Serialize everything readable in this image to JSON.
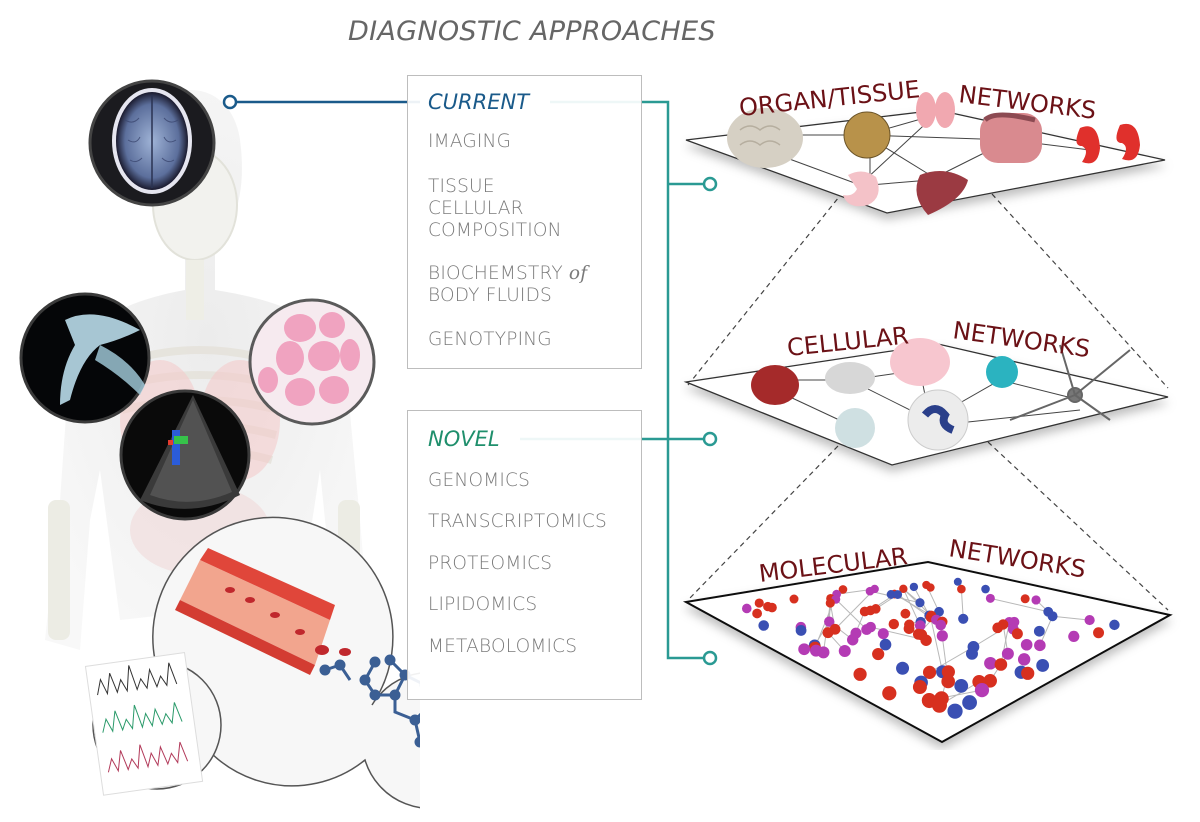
{
  "title": "DIAGNOSTIC APPROACHES",
  "colors": {
    "current": "#1a5a8a",
    "novel": "#1f8f6c",
    "connector_teal": "#2a9a93",
    "label_maroon": "#6b1116",
    "list_text": "#7a7a7a"
  },
  "current": {
    "heading": "CURRENT",
    "items": [
      {
        "lines": [
          "IMAGING"
        ]
      },
      {
        "lines": [
          "TISSUE",
          "CELLULAR",
          "COMPOSITION"
        ]
      },
      {
        "lines": [
          "BIOCHEMSTRY",
          "BODY FLUIDS"
        ],
        "italic_word": "of"
      },
      {
        "lines": [
          "GENOTYPING"
        ]
      }
    ]
  },
  "novel": {
    "heading": "NOVEL",
    "items": [
      "GENOMICS",
      "TRANSCRIPTOMICS",
      "PROTEOMICS",
      "LIPIDOMICS",
      "METABOLOMICS"
    ]
  },
  "networks": [
    {
      "left": "ORGAN/TISSUE",
      "right": "NETWORKS",
      "level": "organ",
      "nodes": [
        "brain",
        "adipose-tissue",
        "lungs",
        "intestine",
        "kidney",
        "kidney",
        "stomach",
        "liver"
      ]
    },
    {
      "left": "CELLULAR",
      "right": "NETWORKS",
      "level": "cellular",
      "nodes": [
        "red-blood-cell",
        "fibroblast",
        "platelet",
        "lymphocyte",
        "dendritic-cell",
        "neutrophil",
        "neuron"
      ]
    },
    {
      "left": "MOLECULAR",
      "right": "NETWORKS",
      "level": "molecular",
      "node_colors": [
        "#d7301f",
        "#3a4fb3",
        "#b43bb4"
      ]
    }
  ],
  "left_illustration": {
    "figure": "human-body-skeleton",
    "insets": [
      "brain-mri",
      "shoulder-xray",
      "echocardiogram",
      "muscle-histology",
      "blood-vessel",
      "molecule-structure",
      "dna-sequencing-chromatogram"
    ]
  }
}
